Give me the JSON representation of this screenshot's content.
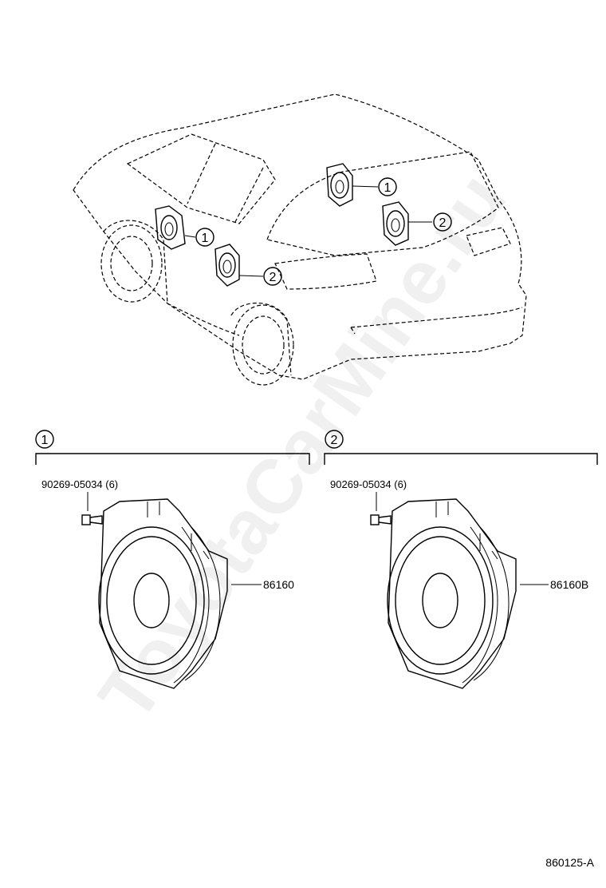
{
  "callouts": {
    "one": "1",
    "two": "2"
  },
  "groups": [
    {
      "marker": "1",
      "bolt_label": "90269-05034 (6)",
      "part_label": "86160"
    },
    {
      "marker": "2",
      "bolt_label": "90269-05034 (6)",
      "part_label": "86160B"
    }
  ],
  "diagram_code": "860125-A",
  "watermark": "ToyotaCarMine.ru",
  "colors": {
    "line": "#000000",
    "background": "#ffffff"
  }
}
